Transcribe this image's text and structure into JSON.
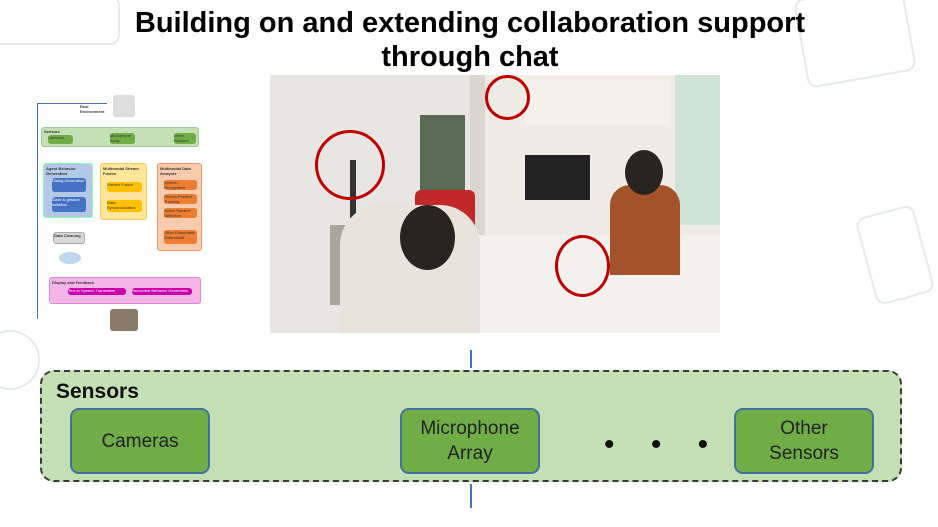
{
  "slide": {
    "title_line1": "Building on and extending collaboration support",
    "title_line2": "through chat"
  },
  "mini_diagram": {
    "real_env": "Real Environment",
    "sensors": "Sensors",
    "cameras": "Cameras",
    "mic": "Microphone Array",
    "other": "Other Sensors",
    "agent": "Agent Behavior Generation",
    "dialog": "Dialog Generation",
    "gaze": "Gaze & gesture imitation",
    "fusion": "Multimodal Stream Fusion",
    "stream_fusion": "Stream Fusion",
    "data_sync": "Data Synchronization",
    "analysis": "Multimodal Data Analysis",
    "speech": "Speech Recognition",
    "human_pos": "Human Position Tracking",
    "active": "Active Speaker Detection",
    "ext": "Other Extendable Submodule",
    "cleaning": "Data Cleaning",
    "display": "Display and Feedback",
    "tts": "Text to Speech Translation",
    "nonverbal": "Nonverbal Behavior Generation"
  },
  "sensors_panel": {
    "label": "Sensors",
    "items": [
      "Cameras",
      "Microphone Array",
      "Other Sensors"
    ],
    "ellipsis": "• • •"
  },
  "colors": {
    "panel_bg": "#c5e0b4",
    "box_bg": "#70ad47",
    "box_border": "#41719c",
    "arrow": "#4472c4",
    "highlight_circle": "#c00000"
  }
}
